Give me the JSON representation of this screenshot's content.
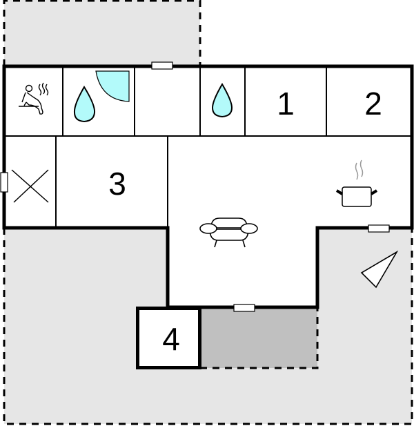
{
  "floorplan": {
    "colors": {
      "outdoor": "#e6e6e6",
      "covered_terrace": "#c0c0c0",
      "wall": "#000000",
      "water": "#b3fafa",
      "room": "#ffffff",
      "steam": "#999999"
    },
    "rooms": [
      {
        "id": "sauna",
        "icon": "sauna-icon"
      },
      {
        "id": "bathroom-shower",
        "icon": "water-drop-icon",
        "extra_icon": "shower-quarter-circle-icon"
      },
      {
        "id": "hallway",
        "icon": ""
      },
      {
        "id": "toilet",
        "icon": "water-drop-icon"
      },
      {
        "id": "bedroom-1",
        "label": "1"
      },
      {
        "id": "bedroom-2",
        "label": "2"
      },
      {
        "id": "storage",
        "icon": "cross-icon"
      },
      {
        "id": "bedroom-3",
        "label": "3"
      },
      {
        "id": "living-room",
        "icon": "sofa-icon"
      },
      {
        "id": "kitchen",
        "icon": "cooking-pot-icon"
      },
      {
        "id": "bedroom-4",
        "label": "4"
      }
    ],
    "labels": {
      "room1": "1",
      "room2": "2",
      "room3": "3",
      "room4": "4"
    },
    "compass": "north-arrow-icon"
  }
}
